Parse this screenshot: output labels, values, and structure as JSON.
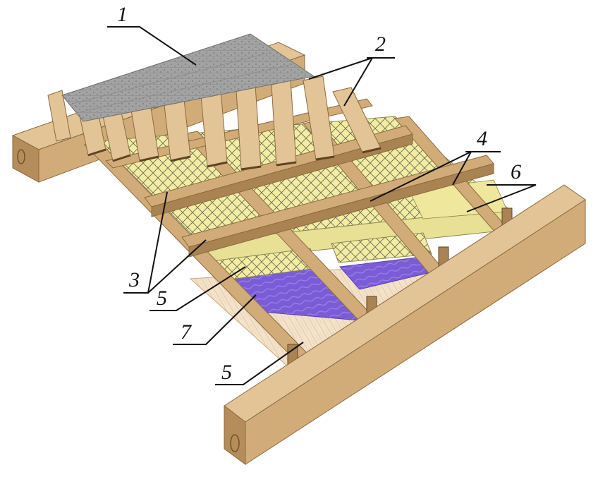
{
  "diagram": {
    "callouts": [
      {
        "id": "callout-1",
        "label": "1"
      },
      {
        "id": "callout-2",
        "label": "2"
      },
      {
        "id": "callout-3",
        "label": "3"
      },
      {
        "id": "callout-4",
        "label": "4"
      },
      {
        "id": "callout-5a",
        "label": "5"
      },
      {
        "id": "callout-6",
        "label": "6"
      },
      {
        "id": "callout-7",
        "label": "7"
      },
      {
        "id": "callout-5b",
        "label": "5"
      }
    ],
    "colors": {
      "wood": "#d2ac78",
      "wood_dark": "#a98352",
      "wood_light": "#e2c497",
      "insulation": "#f3eda3",
      "insulation_mesh": "#6b6a55",
      "shingle": "#9d9d9d",
      "membrane": "#7b5cd6",
      "ceiling_board": "#f4e2cb"
    }
  }
}
